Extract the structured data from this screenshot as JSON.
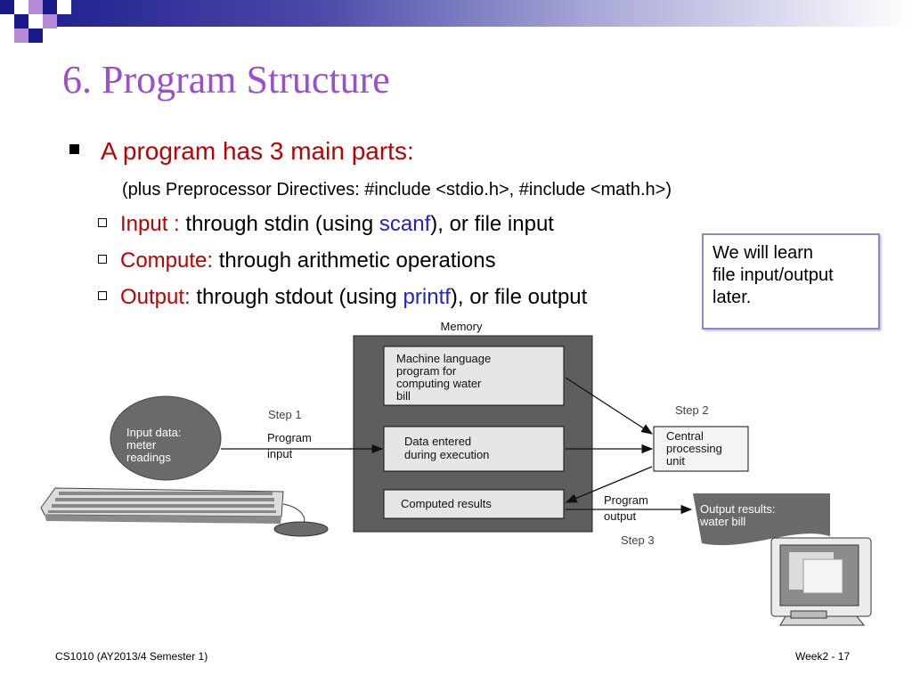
{
  "slide": {
    "title": "6. Program Structure",
    "main_point": "A program has 3 main parts:",
    "note": "(plus Preprocessor Directives: #include <stdio.h>, #include <math.h>)",
    "items": [
      {
        "label": "Input",
        "sep": " :",
        "pre": " through stdin (using ",
        "code": "scanf",
        "post": "), or file input"
      },
      {
        "label": "Compute",
        "sep": ":",
        "pre": " through arithmetic operations",
        "code": "",
        "post": ""
      },
      {
        "label": "Output",
        "sep": ":",
        "pre": " through stdout (using ",
        "code": "printf",
        "post": "), or file output"
      }
    ],
    "callout": [
      "We will learn",
      "file input/output",
      "later."
    ]
  },
  "diagram": {
    "memory_label": "Memory",
    "program_box": [
      "Machine language",
      "program for",
      "computing water",
      "bill"
    ],
    "data_box": [
      "Data entered",
      "during execution"
    ],
    "results_box": "Computed results",
    "input_ellipse": [
      "Input data:",
      "meter",
      "readings"
    ],
    "step1": "Step 1",
    "program_input": [
      "Program",
      "input"
    ],
    "step2": "Step 2",
    "cpu_box": [
      "Central",
      "processing",
      "unit"
    ],
    "program_output": [
      "Program",
      "output"
    ],
    "step3": "Step 3",
    "output_box": [
      "Output results:",
      "water bill"
    ]
  },
  "footer": {
    "left": "CS1010 (AY2013/4 Semester 1)",
    "right": "Week2 - 17"
  },
  "colors": {
    "title": "#9a4fd0",
    "bullet_text": "#c00000",
    "code": "#2020d8",
    "memory_frame": "#5e5e5e"
  }
}
